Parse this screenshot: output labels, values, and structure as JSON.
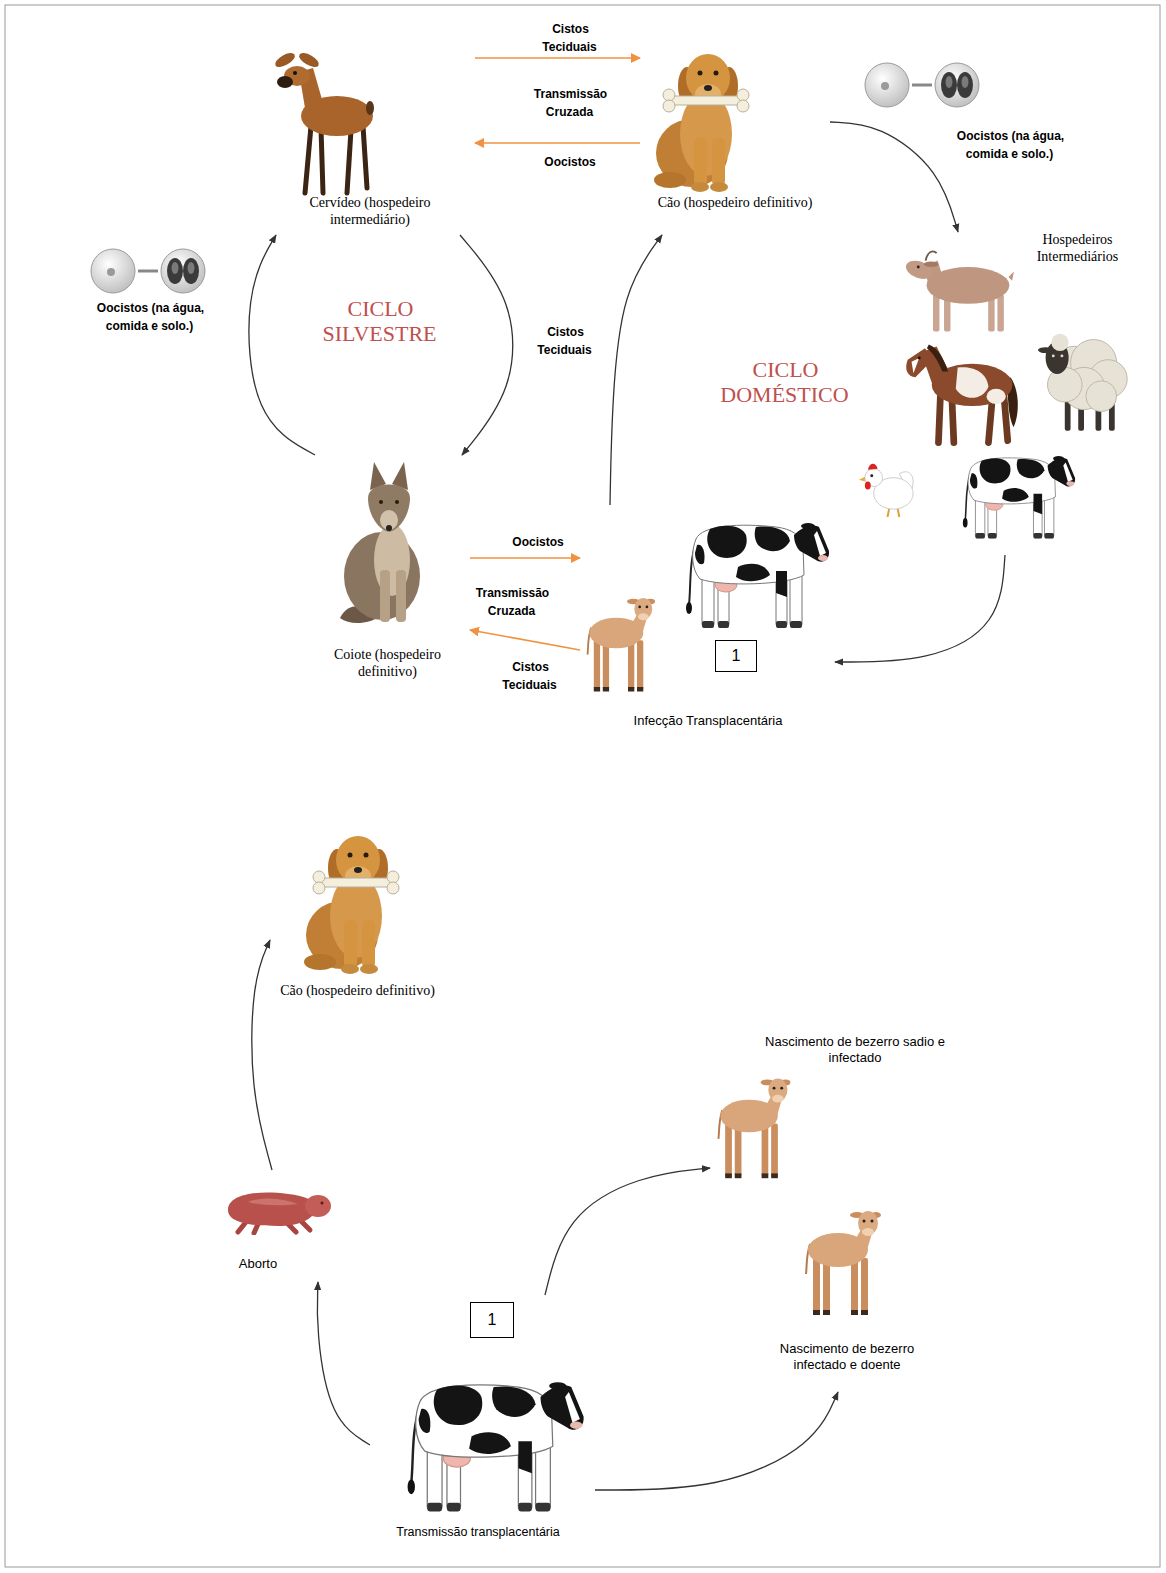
{
  "diagram": {
    "nodes": [
      {
        "text": [
          "Cervídeo (hospedeiro intermediário)"
        ]
      },
      {
        "text": [
          "Cão (hospedeiro definitivo)"
        ]
      },
      {
        "text": [
          "Hospedeiros Intermediários"
        ]
      },
      {
        "text": [
          "Coiote (hospedeiro definitivo)"
        ]
      },
      {
        "text": [
          "Infecção Transplacentária"
        ]
      },
      {
        "text": [
          "1"
        ],
        "in": 4
      },
      {
        "text": [
          "Cão (hospedeiro definitivo)"
        ]
      },
      {
        "text": [
          "Nascimento de bezerro sadio e infectado"
        ]
      },
      {
        "text": [
          "Nascimento de bezerro infectado e doente"
        ]
      },
      {
        "text": [
          "Aborto"
        ]
      },
      {
        "text": [
          "Transmissão transplacentária"
        ]
      },
      {
        "text": [
          "1"
        ],
        "in": 10
      }
    ],
    "edges": [
      {
        "from": 0,
        "to": 1,
        "arrow": "to",
        "label": "Cistos Teciduais"
      },
      {
        "from": 1,
        "to": 0,
        "arrow": "to",
        "label": "Oocistos"
      },
      {
        "from": 1,
        "to": 2,
        "arrow": "to"
      },
      {
        "from": 0,
        "to": 3,
        "arrow": "to",
        "label": "Cistos Teciduais"
      },
      {
        "from": 3,
        "to": 0,
        "arrow": "to"
      },
      {
        "from": 4,
        "to": 1,
        "arrow": "to"
      },
      {
        "from": 2,
        "to": 4,
        "arrow": "to"
      },
      {
        "from": 3,
        "to": 4,
        "arrow": "to",
        "label": "Oocistos"
      },
      {
        "from": 4,
        "to": 3,
        "arrow": "to",
        "label": "Cistos Teciduais"
      },
      {
        "from": 10,
        "to": 9,
        "arrow": "to"
      },
      {
        "from": 9,
        "to": 6,
        "arrow": "to"
      },
      {
        "from": 10,
        "to": 7,
        "arrow": "to"
      },
      {
        "from": 10,
        "to": 8,
        "arrow": "to"
      }
    ],
    "labels": [
      "Transmissão Cruzada",
      "Oocistos (na água, comida e solo.)",
      "Oocistos (na água, comida e solo.)",
      "CICLO SILVESTRE",
      "CICLO DOMÉSTICO",
      "Transmissão Cruzada"
    ]
  }
}
